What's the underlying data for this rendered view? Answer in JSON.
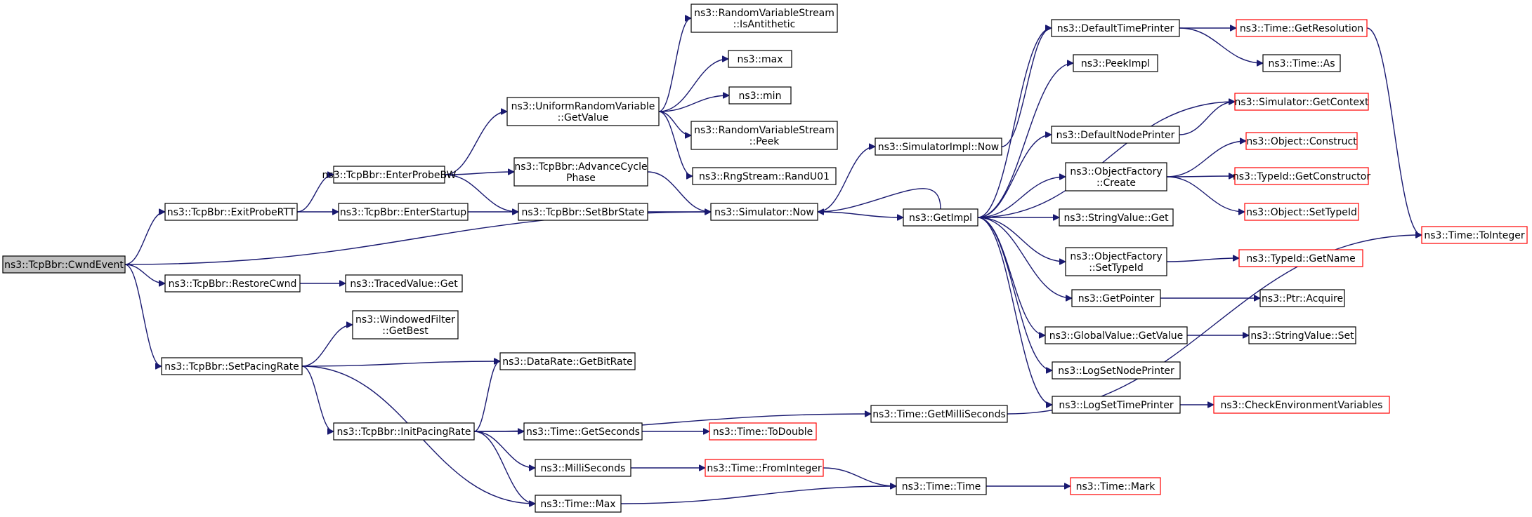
{
  "colors": {
    "edge": "#191970",
    "border": "#000000",
    "border_linked": "#ff0000",
    "root_fill": "#bfbfbf",
    "fill": "#ffffff"
  },
  "nodes": [
    {
      "id": "cwnd",
      "lines": [
        "ns3::TcpBbr::CwndEvent"
      ],
      "style": "root"
    },
    {
      "id": "exitprobertt",
      "lines": [
        "ns3::TcpBbr::ExitProbeRTT"
      ],
      "style": "normal"
    },
    {
      "id": "restorecwnd",
      "lines": [
        "ns3::TcpBbr::RestoreCwnd"
      ],
      "style": "normal"
    },
    {
      "id": "setpacingrate",
      "lines": [
        "ns3::TcpBbr::SetPacingRate"
      ],
      "style": "normal"
    },
    {
      "id": "enterprobebw",
      "lines": [
        "ns3::TcpBbr::EnterProbeBW"
      ],
      "style": "normal"
    },
    {
      "id": "enterstartup",
      "lines": [
        "ns3::TcpBbr::EnterStartup"
      ],
      "style": "normal"
    },
    {
      "id": "tracedvalueget",
      "lines": [
        "ns3::TracedValue::Get"
      ],
      "style": "normal"
    },
    {
      "id": "windowedfilter",
      "lines": [
        "ns3::WindowedFilter",
        "::GetBest"
      ],
      "style": "normal"
    },
    {
      "id": "initpacingrate",
      "lines": [
        "ns3::TcpBbr::InitPacingRate"
      ],
      "style": "normal"
    },
    {
      "id": "uniformgetvalue",
      "lines": [
        "ns3::UniformRandomVariable",
        "::GetValue"
      ],
      "style": "normal"
    },
    {
      "id": "advancecycle",
      "lines": [
        "ns3::TcpBbr::AdvanceCycle",
        "Phase"
      ],
      "style": "normal"
    },
    {
      "id": "setbbrstate",
      "lines": [
        "ns3::TcpBbr::SetBbrState"
      ],
      "style": "normal"
    },
    {
      "id": "getbitrate",
      "lines": [
        "ns3::DataRate::GetBitRate"
      ],
      "style": "normal"
    },
    {
      "id": "getseconds",
      "lines": [
        "ns3::Time::GetSeconds"
      ],
      "style": "normal"
    },
    {
      "id": "milliseconds",
      "lines": [
        "ns3::MilliSeconds"
      ],
      "style": "normal"
    },
    {
      "id": "timemax",
      "lines": [
        "ns3::Time::Max"
      ],
      "style": "normal"
    },
    {
      "id": "isantithetic",
      "lines": [
        "ns3::RandomVariableStream",
        "::IsAntithetic"
      ],
      "style": "normal"
    },
    {
      "id": "max",
      "lines": [
        "ns3::max"
      ],
      "style": "normal"
    },
    {
      "id": "min",
      "lines": [
        "ns3::min"
      ],
      "style": "normal"
    },
    {
      "id": "peek",
      "lines": [
        "ns3::RandomVariableStream",
        "::Peek"
      ],
      "style": "normal"
    },
    {
      "id": "randu01",
      "lines": [
        "ns3::RngStream::RandU01"
      ],
      "style": "normal"
    },
    {
      "id": "simulatornow",
      "lines": [
        "ns3::Simulator::Now"
      ],
      "style": "normal"
    },
    {
      "id": "todouble",
      "lines": [
        "ns3::Time::ToDouble"
      ],
      "style": "linked"
    },
    {
      "id": "frominteger",
      "lines": [
        "ns3::Time::FromInteger"
      ],
      "style": "linked"
    },
    {
      "id": "simimplnow",
      "lines": [
        "ns3::SimulatorImpl::Now"
      ],
      "style": "normal"
    },
    {
      "id": "getimpl",
      "lines": [
        "ns3::GetImpl"
      ],
      "style": "normal"
    },
    {
      "id": "getmilliseconds",
      "lines": [
        "ns3::Time::GetMilliSeconds"
      ],
      "style": "normal"
    },
    {
      "id": "timetime",
      "lines": [
        "ns3::Time::Time"
      ],
      "style": "normal"
    },
    {
      "id": "defaulttimeprinter",
      "lines": [
        "ns3::DefaultTimePrinter"
      ],
      "style": "normal"
    },
    {
      "id": "peekimpl",
      "lines": [
        "ns3::PeekImpl"
      ],
      "style": "normal"
    },
    {
      "id": "defaultnodeprinter",
      "lines": [
        "ns3::DefaultNodePrinter"
      ],
      "style": "normal"
    },
    {
      "id": "objfactorycreate",
      "lines": [
        "ns3::ObjectFactory",
        "::Create"
      ],
      "style": "normal"
    },
    {
      "id": "stringvalueget",
      "lines": [
        "ns3::StringValue::Get"
      ],
      "style": "normal"
    },
    {
      "id": "objfactorysettypeid",
      "lines": [
        "ns3::ObjectFactory",
        "::SetTypeId"
      ],
      "style": "normal"
    },
    {
      "id": "getpointer",
      "lines": [
        "ns3::GetPointer"
      ],
      "style": "normal"
    },
    {
      "id": "globalvaluegetvalue",
      "lines": [
        "ns3::GlobalValue::GetValue"
      ],
      "style": "normal"
    },
    {
      "id": "logsetnodeprinter",
      "lines": [
        "ns3::LogSetNodePrinter"
      ],
      "style": "normal"
    },
    {
      "id": "logsettimeprinter",
      "lines": [
        "ns3::LogSetTimePrinter"
      ],
      "style": "normal"
    },
    {
      "id": "timemark",
      "lines": [
        "ns3::Time::Mark"
      ],
      "style": "linked"
    },
    {
      "id": "getresolution",
      "lines": [
        "ns3::Time::GetResolution"
      ],
      "style": "linked"
    },
    {
      "id": "timeas",
      "lines": [
        "ns3::Time::As"
      ],
      "style": "normal"
    },
    {
      "id": "getcontext",
      "lines": [
        "ns3::Simulator::GetContext"
      ],
      "style": "linked"
    },
    {
      "id": "objectconstruct",
      "lines": [
        "ns3::Object::Construct"
      ],
      "style": "linked"
    },
    {
      "id": "getconstructor",
      "lines": [
        "ns3::TypeId::GetConstructor"
      ],
      "style": "linked"
    },
    {
      "id": "objectsettypeid",
      "lines": [
        "ns3::Object::SetTypeId"
      ],
      "style": "linked"
    },
    {
      "id": "typeidgetname",
      "lines": [
        "ns3::TypeId::GetName"
      ],
      "style": "linked"
    },
    {
      "id": "ptracquire",
      "lines": [
        "ns3::Ptr::Acquire"
      ],
      "style": "normal"
    },
    {
      "id": "stringvalueset",
      "lines": [
        "ns3::StringValue::Set"
      ],
      "style": "normal"
    },
    {
      "id": "checkenv",
      "lines": [
        "ns3::CheckEnvironmentVariables"
      ],
      "style": "linked"
    },
    {
      "id": "tointeger",
      "lines": [
        "ns3::Time::ToInteger"
      ],
      "style": "linked"
    }
  ],
  "edges": [
    [
      "cwnd",
      "exitprobertt"
    ],
    [
      "cwnd",
      "simulatornow"
    ],
    [
      "cwnd",
      "restorecwnd"
    ],
    [
      "cwnd",
      "setpacingrate"
    ],
    [
      "exitprobertt",
      "enterprobebw"
    ],
    [
      "exitprobertt",
      "enterstartup"
    ],
    [
      "enterprobebw",
      "uniformgetvalue"
    ],
    [
      "enterprobebw",
      "advancecycle"
    ],
    [
      "enterprobebw",
      "setbbrstate"
    ],
    [
      "enterstartup",
      "setbbrstate"
    ],
    [
      "advancecycle",
      "simulatornow"
    ],
    [
      "setbbrstate",
      "simulatornow"
    ],
    [
      "uniformgetvalue",
      "isantithetic"
    ],
    [
      "uniformgetvalue",
      "max"
    ],
    [
      "uniformgetvalue",
      "min"
    ],
    [
      "uniformgetvalue",
      "peek"
    ],
    [
      "uniformgetvalue",
      "randu01"
    ],
    [
      "restorecwnd",
      "tracedvalueget"
    ],
    [
      "setpacingrate",
      "windowedfilter"
    ],
    [
      "setpacingrate",
      "getbitrate"
    ],
    [
      "setpacingrate",
      "initpacingrate"
    ],
    [
      "setpacingrate",
      "timemax"
    ],
    [
      "initpacingrate",
      "getbitrate"
    ],
    [
      "initpacingrate",
      "getseconds"
    ],
    [
      "initpacingrate",
      "milliseconds"
    ],
    [
      "initpacingrate",
      "timemax"
    ],
    [
      "initpacingrate",
      "getmilliseconds"
    ],
    [
      "getseconds",
      "todouble"
    ],
    [
      "milliseconds",
      "frominteger"
    ],
    [
      "frominteger",
      "timetime"
    ],
    [
      "timemax",
      "timetime"
    ],
    [
      "timetime",
      "timemark"
    ],
    [
      "simulatornow",
      "simimplnow"
    ],
    [
      "simulatornow",
      "getimpl"
    ],
    [
      "simimplnow",
      "defaulttimeprinter"
    ],
    [
      "getimpl",
      "simulatornow"
    ],
    [
      "getimpl",
      "defaulttimeprinter"
    ],
    [
      "getimpl",
      "peekimpl"
    ],
    [
      "getimpl",
      "getcontext"
    ],
    [
      "getimpl",
      "defaultnodeprinter"
    ],
    [
      "getimpl",
      "objfactorycreate"
    ],
    [
      "getimpl",
      "stringvalueget"
    ],
    [
      "getimpl",
      "objfactorysettypeid"
    ],
    [
      "getimpl",
      "getpointer"
    ],
    [
      "getimpl",
      "globalvaluegetvalue"
    ],
    [
      "getimpl",
      "logsetnodeprinter"
    ],
    [
      "getimpl",
      "logsettimeprinter"
    ],
    [
      "defaulttimeprinter",
      "getresolution"
    ],
    [
      "defaulttimeprinter",
      "timeas"
    ],
    [
      "defaultnodeprinter",
      "getcontext"
    ],
    [
      "objfactorycreate",
      "objectconstruct"
    ],
    [
      "objfactorycreate",
      "getconstructor"
    ],
    [
      "objfactorycreate",
      "objectsettypeid"
    ],
    [
      "objfactorysettypeid",
      "typeidgetname"
    ],
    [
      "getpointer",
      "ptracquire"
    ],
    [
      "globalvaluegetvalue",
      "stringvalueset"
    ],
    [
      "logsettimeprinter",
      "checkenv"
    ],
    [
      "getresolution",
      "tointeger"
    ],
    [
      "getmilliseconds",
      "tointeger"
    ]
  ]
}
